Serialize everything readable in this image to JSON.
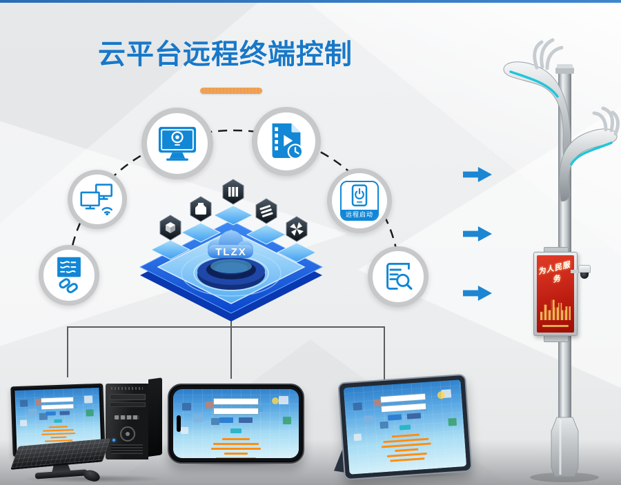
{
  "header": {
    "title": "云平台远程终端控制",
    "title_color": "#1878c8",
    "underline_color": "#f2a44c"
  },
  "hub": {
    "cloud_label": "TLZX",
    "deck_color": "#0d4fd6",
    "inner_color": "#9fd4fa"
  },
  "feature_circles": [
    {
      "name": "webcam-monitor",
      "icon": "webcam-monitor-icon"
    },
    {
      "name": "video-file",
      "icon": "video-file-clock-icon"
    },
    {
      "name": "network-terminals",
      "icon": "networked-monitors-wifi-icon"
    },
    {
      "name": "link-config",
      "icon": "flow-link-icon"
    },
    {
      "name": "remote-start",
      "icon": "remote-power-app-icon",
      "label": "远程启动"
    },
    {
      "name": "log-search",
      "icon": "document-search-icon"
    }
  ],
  "flow_arrows": {
    "count": 3,
    "direction": "right",
    "color": "#1c86d2"
  },
  "smart_pole": {
    "led_banner_text": "为人民服务",
    "banner_bg": "#b5170c",
    "accent_light_color": "#1fc6db",
    "camera_icon": "dome-camera-icon"
  },
  "terminals": [
    {
      "type": "desktop-computer"
    },
    {
      "type": "smartphone"
    },
    {
      "type": "tablet"
    }
  ]
}
